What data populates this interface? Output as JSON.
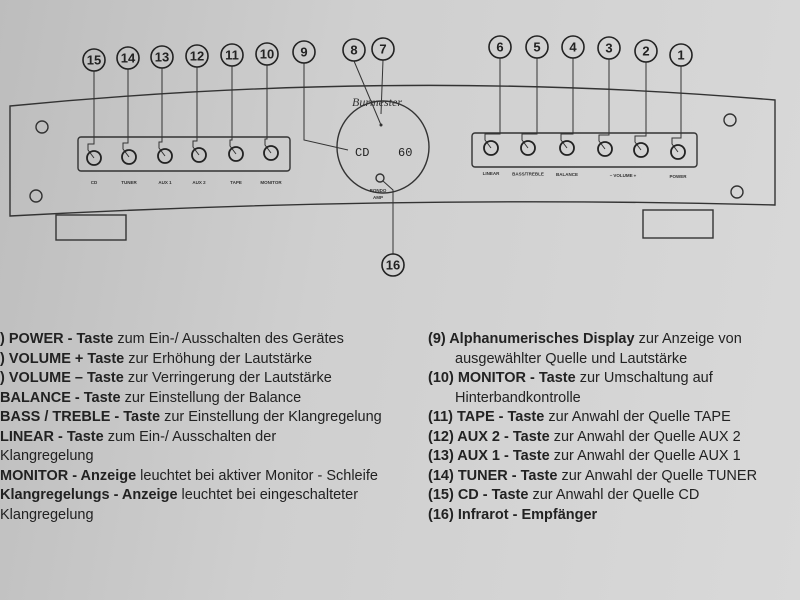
{
  "diagram": {
    "brand": "Burmester",
    "display_left": "CD",
    "display_right": "60",
    "left_buttons": [
      {
        "callout": "15",
        "label": "CD"
      },
      {
        "callout": "14",
        "label": "TUNER"
      },
      {
        "callout": "13",
        "label": "AUX 1"
      },
      {
        "callout": "12",
        "label": "AUX 2"
      },
      {
        "callout": "11",
        "label": "TAPE"
      },
      {
        "callout": "10",
        "label": "MONITOR"
      }
    ],
    "right_buttons": [
      {
        "callout": "6",
        "label": "LINEAR"
      },
      {
        "callout": "5",
        "label": "BASS/TREBLE"
      },
      {
        "callout": "4",
        "label": "BALANCE"
      },
      {
        "callout": "3",
        "label": "–"
      },
      {
        "callout": "2",
        "label": "+"
      },
      {
        "callout": "1",
        "label": "POWER"
      }
    ],
    "volume_label": "VOLUME",
    "sensor_label_1": "BONDO",
    "sensor_label_2": "AMP",
    "callout_9": "9",
    "callout_8": "8",
    "callout_7": "7",
    "callout_16": "16"
  },
  "legend_left": [
    {
      "bold": ") POWER - Taste",
      "text": " zum Ein-/ Ausschalten des Gerätes"
    },
    {
      "bold": ") VOLUME + Taste",
      "text": " zur Erhöhung der Lautstärke"
    },
    {
      "bold": ") VOLUME – Taste",
      "text": " zur Verringerung der Lautstärke"
    },
    {
      "bold": " BALANCE - Taste",
      "text": " zur Einstellung der Balance"
    },
    {
      "bold": " BASS / TREBLE - Taste",
      "text": " zur Einstellung der Klangregelung"
    },
    {
      "bold": " LINEAR - Taste",
      "text": " zum Ein-/ Ausschalten der",
      "cont": "Klangregelung"
    },
    {
      "bold": "MONITOR - Anzeige",
      "text": " leuchtet bei aktiver Monitor - Schleife"
    },
    {
      "bold": "Klangregelungs - Anzeige",
      "text": " leuchtet bei eingeschalteter",
      "cont": "Klangregelung"
    }
  ],
  "legend_right": [
    {
      "bold": "(9) Alphanumerisches Display",
      "text": " zur Anzeige von",
      "cont": "ausgewählter Quelle und Lautstärke"
    },
    {
      "bold": "(10) MONITOR - Taste",
      "text": " zur Umschaltung auf",
      "cont": "Hinterbandkontrolle"
    },
    {
      "bold": "(11) TAPE - Taste",
      "text": " zur Anwahl der Quelle TAPE"
    },
    {
      "bold": "(12) AUX 2 - Taste",
      "text": " zur Anwahl der Quelle AUX 2"
    },
    {
      "bold": "(13) AUX 1 - Taste",
      "text": " zur Anwahl der Quelle AUX 1"
    },
    {
      "bold": "(14) TUNER - Taste",
      "text": " zur Anwahl der Quelle TUNER"
    },
    {
      "bold": "(15) CD - Taste",
      "text": " zur Anwahl der Quelle CD"
    },
    {
      "bold": "(16) Infrarot - Empfänger",
      "text": ""
    }
  ]
}
